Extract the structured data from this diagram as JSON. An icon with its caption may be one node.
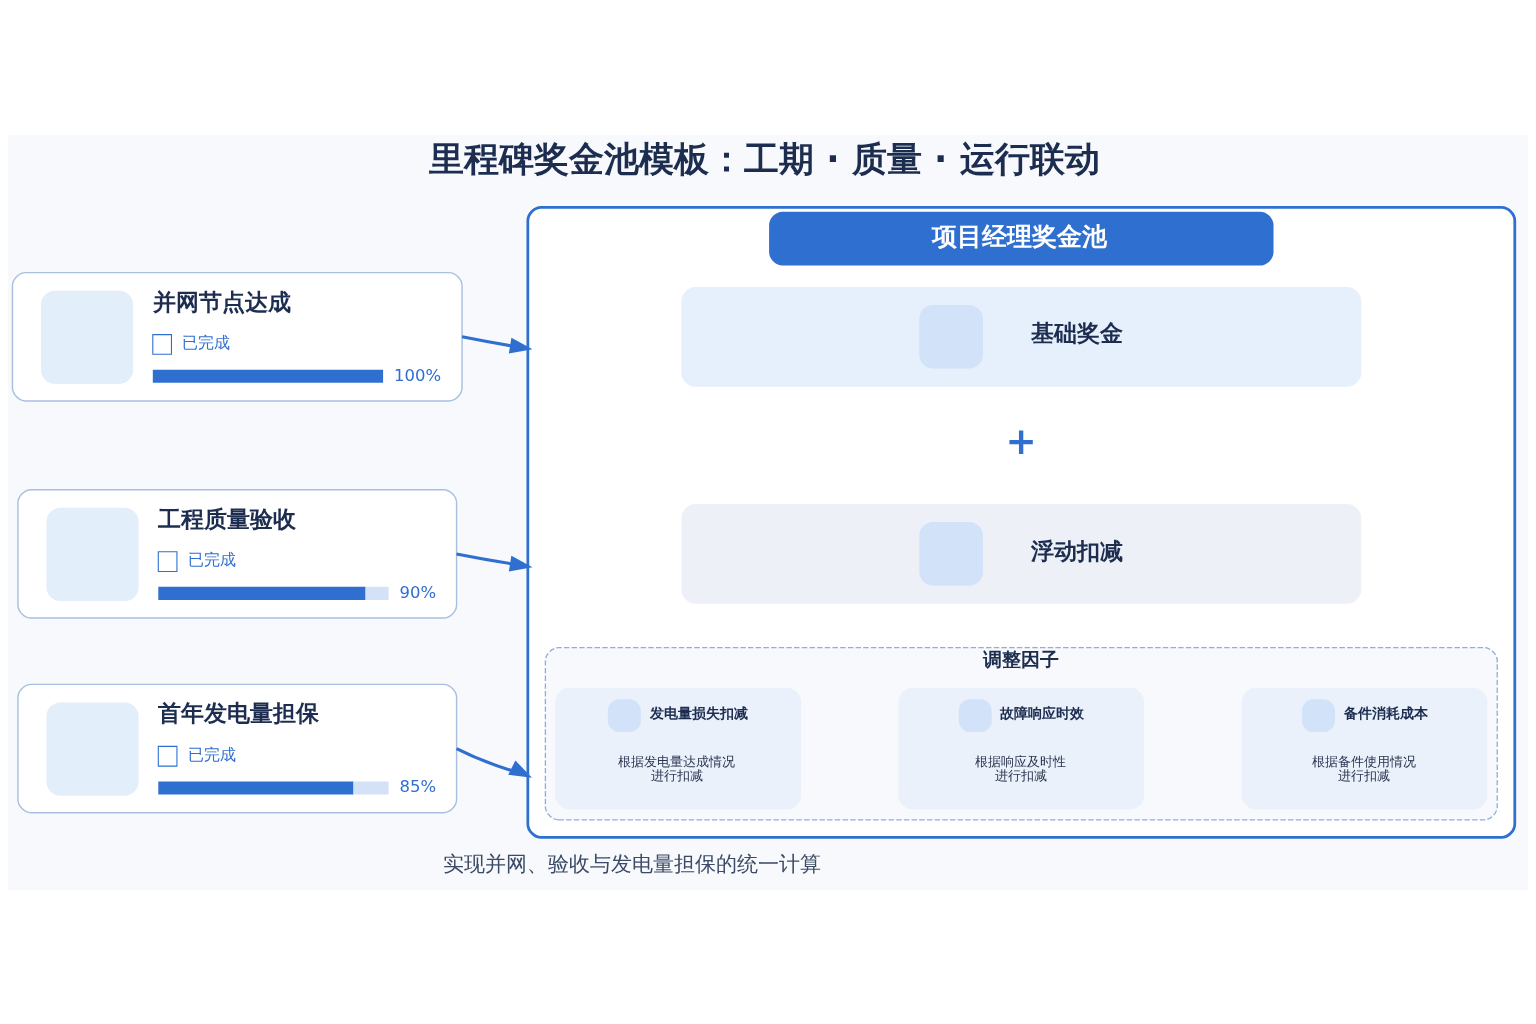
{
  "diagram": {
    "title": "里程碑奖金池模板：工期 · 质量 · 运行联动",
    "caption": "实现并网、验收与发电量担保的统一计算",
    "nodes": [
      {
        "text": [
          "并网节点达成",
          "已完成",
          "100%"
        ]
      },
      {
        "text": [
          "工程质量验收",
          "已完成",
          "90%"
        ]
      },
      {
        "text": [
          "首年发电量担保",
          "已完成",
          "85%"
        ]
      },
      {
        "text": [
          "项目经理奖金池"
        ]
      },
      {
        "text": [
          "基础奖金"
        ],
        "in": 3
      },
      {
        "text": [
          "浮动扣减"
        ],
        "in": 3
      },
      {
        "text": [
          "调整因子"
        ],
        "in": 3
      },
      {
        "text": [
          "发电量损失扣减",
          "根据发电量达成情况进行扣减"
        ],
        "in": 6
      },
      {
        "text": [
          "故障响应时效",
          "根据响应及时性进行扣减"
        ],
        "in": 6
      },
      {
        "text": [
          "备件消耗成本",
          "根据备件使用情况进行扣减"
        ],
        "in": 6
      }
    ],
    "edges": [
      {
        "from": 0,
        "to": 3,
        "arrow": "to"
      },
      {
        "from": 1,
        "to": 3,
        "arrow": "to"
      },
      {
        "from": 2,
        "to": 3,
        "arrow": "to"
      }
    ],
    "labels": [
      "+"
    ]
  }
}
